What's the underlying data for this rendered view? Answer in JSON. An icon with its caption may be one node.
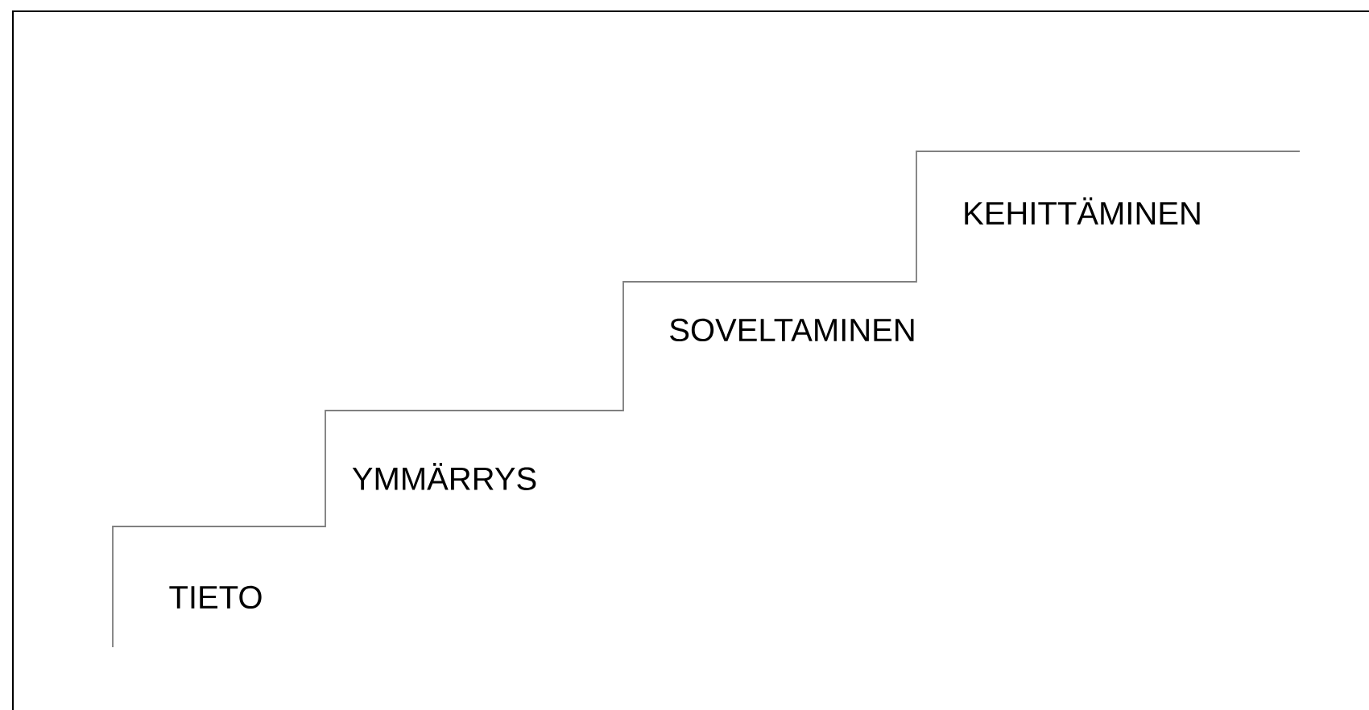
{
  "diagram": {
    "labels": [
      "TIETO",
      "YMMÄRRYS",
      "SOVELTAMINEN",
      "KEHITTÄMINEN"
    ]
  }
}
